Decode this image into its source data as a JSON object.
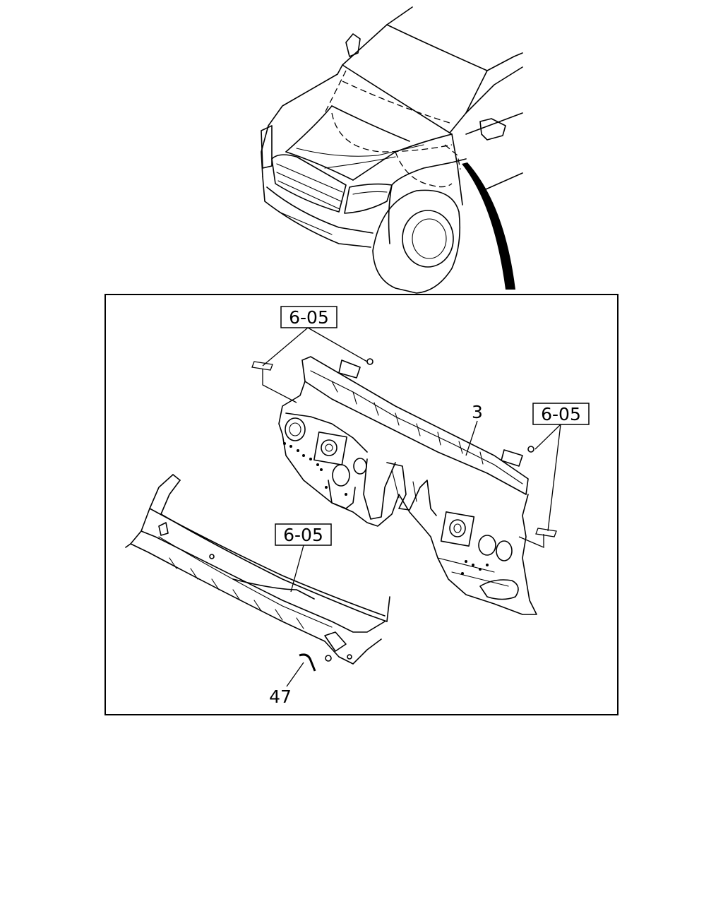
{
  "callouts": {
    "ref_top": "6-05",
    "ref_right": "6-05",
    "ref_bottom": "6-05",
    "part_panel": "3",
    "part_cowl": "47"
  }
}
